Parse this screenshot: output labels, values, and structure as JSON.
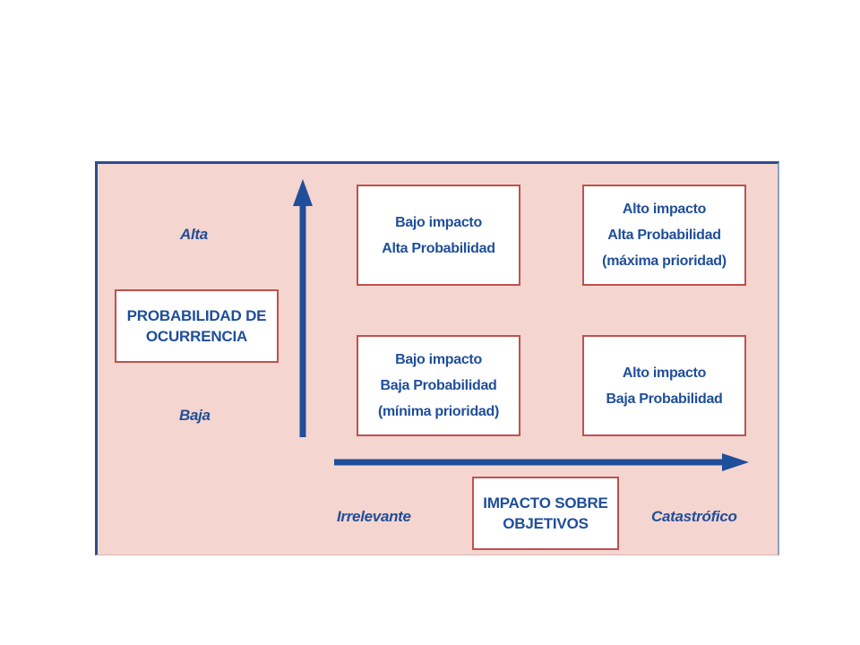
{
  "y_axis": {
    "label_line1": "PROBABILIDAD DE",
    "label_line2": "OCURRENCIA",
    "high": "Alta",
    "low": "Baja"
  },
  "x_axis": {
    "label_line1": "IMPACTO SOBRE",
    "label_line2": "OBJETIVOS",
    "low": "Irrelevante",
    "high": "Catastrófico"
  },
  "quadrants": {
    "top_left": [
      "Bajo impacto",
      "Alta Probabilidad"
    ],
    "top_right": [
      "Alto impacto",
      "Alta Probabilidad",
      "(máxima prioridad)"
    ],
    "bottom_left": [
      "Bajo impacto",
      "Baja Probabilidad",
      "(mínima prioridad)"
    ],
    "bottom_right": [
      "Alto impacto",
      "Baja Probabilidad"
    ]
  },
  "colors": {
    "panel_bg": "#f5d5cf",
    "text": "#1f4e9a",
    "box_border": "#c0504d",
    "arrow": "#1f4e9a"
  }
}
